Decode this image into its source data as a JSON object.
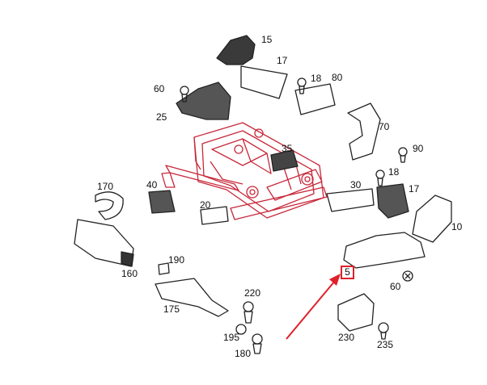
{
  "diagram": {
    "highlight_color": "#e0202a",
    "frame_color": "#c8283a",
    "part_color": "#222222",
    "highlighted_part": "5",
    "labels": {
      "l15": "15",
      "l17a": "17",
      "l18a": "18",
      "l80": "80",
      "l60a": "60",
      "l25": "25",
      "l70": "70",
      "l90": "90",
      "l35": "35",
      "l18b": "18",
      "l170": "170",
      "l40": "40",
      "l30": "30",
      "l17b": "17",
      "l20": "20",
      "l10": "10",
      "l160": "160",
      "l190": "190",
      "l5": "5",
      "l60b": "60",
      "l220": "220",
      "l175": "175",
      "l195": "195",
      "l180": "180",
      "l230": "230",
      "l235": "235"
    }
  }
}
